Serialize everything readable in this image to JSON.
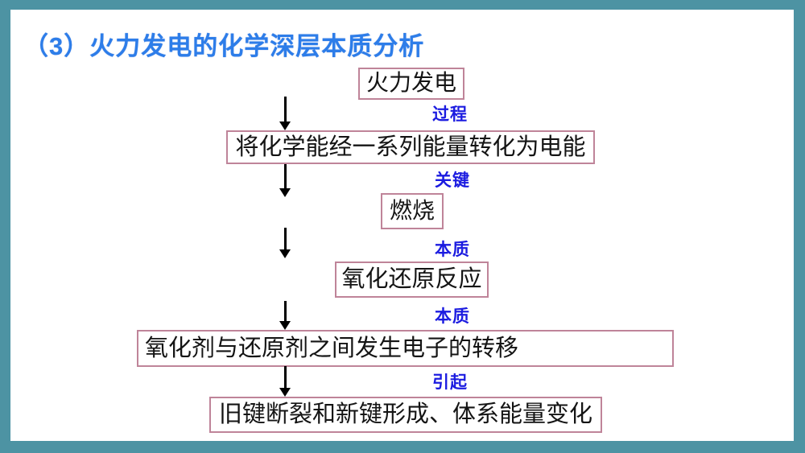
{
  "slide": {
    "title": "（3）火力发电的化学深层本质分析"
  },
  "colors": {
    "frame_teal": "#4d93a3",
    "box_border_pink": "#bf8499",
    "title_blue": "#2d7de9",
    "connector_label_blue": "#1b1be0",
    "arrow_black": "#000000",
    "background_white": "#ffffff"
  },
  "flow": {
    "steps": [
      {
        "box": "火力发电",
        "connector_label": "过程"
      },
      {
        "box": "将化学能经一系列能量转化为电能",
        "connector_label": "关键"
      },
      {
        "box": "燃烧",
        "connector_label": "本质"
      },
      {
        "box": "氧化还原反应",
        "connector_label": "本质"
      },
      {
        "box": "氧化剂与还原剂之间发生电子的转移",
        "connector_label": "引起"
      },
      {
        "box": "旧键断裂和新键形成、体系能量变化",
        "connector_label": ""
      }
    ]
  }
}
